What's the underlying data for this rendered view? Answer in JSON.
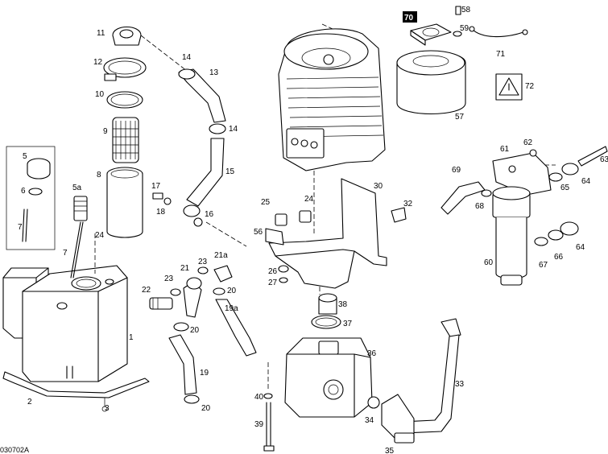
{
  "diagram": {
    "reference": "030702A",
    "callouts": {
      "c1": "1",
      "c2": "2",
      "c3": "3",
      "c5": "5",
      "c5a": "5a",
      "c6": "6",
      "c7a": "7",
      "c7b": "7",
      "c8": "8",
      "c9": "9",
      "c10": "10",
      "c11": "11",
      "c12": "12",
      "c13": "13",
      "c14a": "14",
      "c14b": "14",
      "c15": "15",
      "c16": "16",
      "c17": "17",
      "c18": "18",
      "c19": "19",
      "c19a": "19a",
      "c20a": "20",
      "c20b": "20",
      "c20c": "20",
      "c21": "21",
      "c21a": "21a",
      "c22": "22",
      "c23a": "23",
      "c23b": "23",
      "c24a": "24",
      "c24b": "24",
      "c25": "25",
      "c26": "26",
      "c27": "27",
      "c30": "30",
      "c32": "32",
      "c33": "33",
      "c34": "34",
      "c35": "35",
      "c36": "36",
      "c37": "37",
      "c38": "38",
      "c39": "39",
      "c40": "40",
      "c56": "56",
      "c57": "57",
      "c58": "58",
      "c59": "59",
      "c60": "60",
      "c61": "61",
      "c62": "62",
      "c63": "63",
      "c64a": "64",
      "c64b": "64",
      "c65": "65",
      "c66": "66",
      "c67": "67",
      "c68": "68",
      "c69": "69",
      "c70": "70",
      "c71": "71",
      "c72": "72"
    }
  }
}
